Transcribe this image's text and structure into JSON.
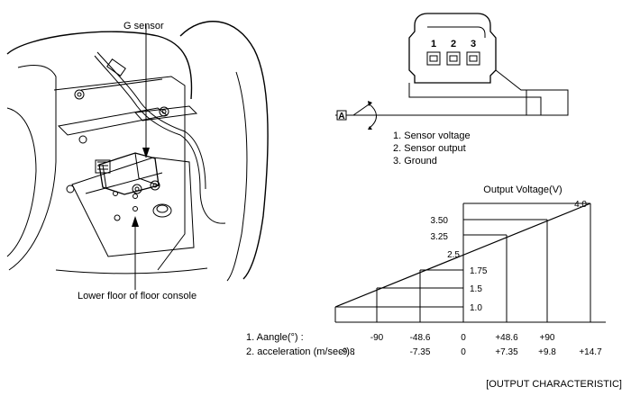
{
  "labels": {
    "g_sensor": "G sensor",
    "lower_floor": "Lower floor of floor console",
    "marker": "A"
  },
  "connector": {
    "pins": [
      "1",
      "2",
      "3"
    ],
    "legend": [
      "1. Sensor voltage",
      "2. Sensor output",
      "3. Ground"
    ]
  },
  "chart_data": {
    "type": "line",
    "title": "Output Voltage(V)",
    "y_ticks": [
      "4.0",
      "3.50",
      "3.25",
      "2.5",
      "1.75",
      "1.5",
      "1.0"
    ],
    "angle_label": "1. Aangle(°) :",
    "angle_ticks": [
      "-90",
      "-48.6",
      "0",
      "+48.6",
      "+90"
    ],
    "accel_label": "2. acceleration (m/sec²) :",
    "accel_ticks": [
      "-9.8",
      "-7.35",
      "0",
      "+7.35",
      "+9.8",
      "+14.7"
    ],
    "caption": "[OUTPUT CHARACTERISTIC]"
  }
}
